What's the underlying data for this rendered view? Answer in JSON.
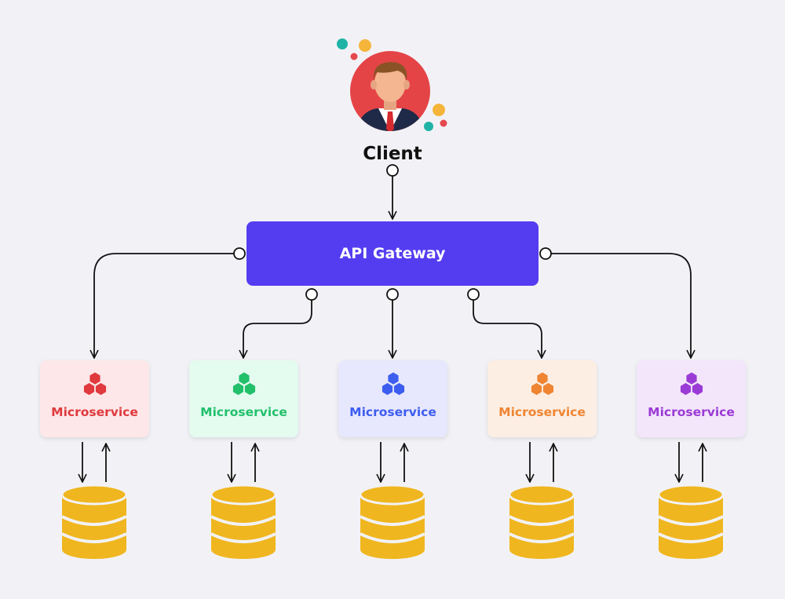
{
  "client": {
    "label": "Client",
    "avatar_icon": "businessman-avatar-icon"
  },
  "gateway": {
    "label": "API Gateway",
    "color": "#543df1"
  },
  "services": [
    {
      "label": "Microservice",
      "color": "#e0393e",
      "bg": "#fde7e8"
    },
    {
      "label": "Microservice",
      "color": "#22c06b",
      "bg": "#e4fbf0"
    },
    {
      "label": "Microservice",
      "color": "#3d5df0",
      "bg": "#e7e8fd"
    },
    {
      "label": "Microservice",
      "color": "#ef8532",
      "bg": "#fdeee3"
    },
    {
      "label": "Microservice",
      "color": "#9b3bd6",
      "bg": "#f3e6fb"
    }
  ],
  "database": {
    "icon": "database-icon",
    "color": "#f0b61f"
  },
  "colors": {
    "background": "#f2f2f6",
    "line": "#111111"
  }
}
